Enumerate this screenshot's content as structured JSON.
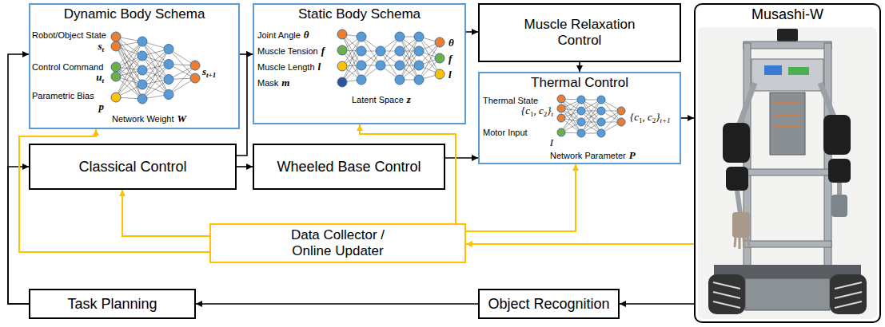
{
  "diagram": {
    "nodes": [
      {
        "text": [
          "Dynamic Body Schema"
        ]
      },
      {
        "text": [
          "Static Body Schema"
        ]
      },
      {
        "text": [
          "Muscle Relaxation Control"
        ]
      },
      {
        "text": [
          "Musashi-W"
        ]
      },
      {
        "text": [
          "Thermal Control"
        ]
      },
      {
        "text": [
          "Classical Control"
        ]
      },
      {
        "text": [
          "Wheeled Base Control"
        ]
      },
      {
        "text": [
          "Data Collector / Online Updater"
        ]
      },
      {
        "text": [
          "Task Planning"
        ]
      },
      {
        "text": [
          "Object Recognition"
        ]
      }
    ],
    "edges": [
      {
        "from": 8,
        "to": 0,
        "arrow": "to"
      },
      {
        "from": 8,
        "to": 5,
        "arrow": "to"
      },
      {
        "from": 0,
        "to": 1,
        "arrow": "to"
      },
      {
        "from": 5,
        "to": 1,
        "arrow": "to"
      },
      {
        "from": 5,
        "to": 6,
        "arrow": "to"
      },
      {
        "from": 1,
        "to": 2,
        "arrow": "to"
      },
      {
        "from": 2,
        "to": 4,
        "arrow": "to"
      },
      {
        "from": 6,
        "to": 4,
        "arrow": "to"
      },
      {
        "from": 4,
        "to": 3,
        "arrow": "to"
      },
      {
        "from": 3,
        "to": 7,
        "arrow": "to"
      },
      {
        "from": 7,
        "to": 5,
        "arrow": "to"
      },
      {
        "from": 7,
        "to": 0,
        "arrow": "to"
      },
      {
        "from": 7,
        "to": 1,
        "arrow": "to"
      },
      {
        "from": 7,
        "to": 4,
        "arrow": "to"
      },
      {
        "from": 3,
        "to": 9,
        "arrow": "to"
      },
      {
        "from": 9,
        "to": 8,
        "arrow": "to"
      }
    ],
    "labels": [
      "Robot/Object State",
      "s",
      "t",
      "Control Command",
      "u",
      "t",
      "Parametric Bias",
      "p",
      "Network Weight",
      "W",
      "s",
      "t+1",
      "Joint Angle",
      "θ",
      "Muscle Tension",
      "f",
      "Muscle Length",
      "l",
      "Mask",
      "m",
      "Latent Space",
      "z",
      "θ",
      "f",
      "l",
      "Thermal State",
      "{c",
      "1",
      ", c",
      "2",
      "}",
      "t",
      "Motor Input",
      "I",
      "Network Parameter",
      "P",
      "{c",
      "1",
      ", c",
      "2",
      "}",
      "t+1"
    ]
  }
}
